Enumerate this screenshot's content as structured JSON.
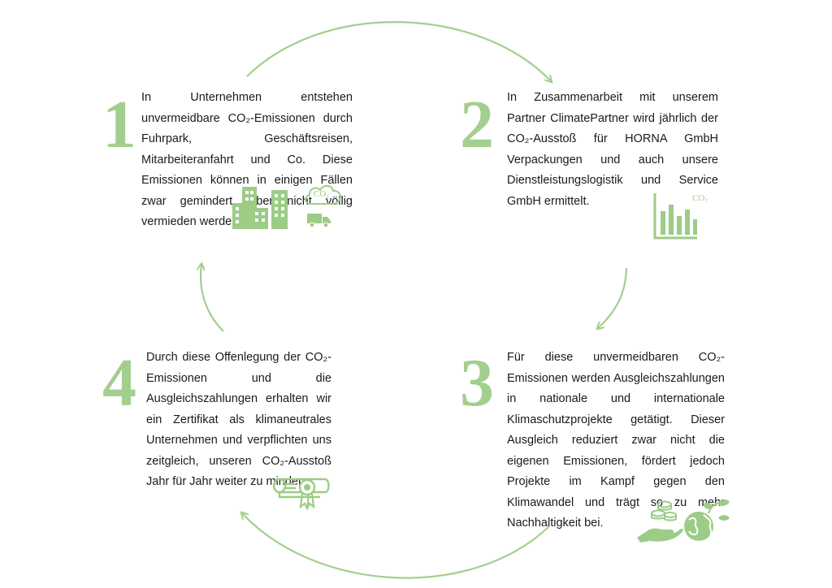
{
  "steps": [
    {
      "number": "1",
      "text": "In Unternehmen entstehen unvermeidbare CO₂-Emissionen durch Fuhrpark, Geschäftsreisen, Mitarbeiteranfahrt und Co. Diese Emissionen können in einigen Fällen zwar gemindert, aber nicht völlig vermieden werden.",
      "icons": [
        "buildings-icon",
        "cloud-co2-icon",
        "truck-icon"
      ],
      "icon_label": "CO₂"
    },
    {
      "number": "2",
      "text": "In Zusammenarbeit mit unserem Partner ClimatePartner wird jährlich der CO₂-Ausstoß für HORNA GmbH Verpackungen und auch unsere Dienstleistungslogistik und Service GmbH ermittelt.",
      "icons": [
        "bar-chart-co2-icon"
      ],
      "icon_label": "CO₂"
    },
    {
      "number": "3",
      "text": "Für diese unvermeidbaren CO₂-Emissionen werden Ausgleichszahlungen in nationale und internationale Klimaschutzprojekte getätigt. Dieser Ausgleich reduziert zwar nicht die eigenen Emissionen, fördert jedoch Projekte im Kampf gegen den Klimawandel und trägt so zu mehr Nachhaltigkeit bei.",
      "icons": [
        "hand-coins-icon",
        "globe-plant-icon"
      ]
    },
    {
      "number": "4",
      "text": "Durch diese Offenlegung der CO₂-Emissionen und die Ausgleichszahlungen erhalten wir ein Zertifikat als klimaneutrales Unternehmen und verpflichten uns zeitgleich, unseren CO₂-Ausstoß Jahr für Jahr weiter zu mindern.",
      "icons": [
        "certificate-icon"
      ]
    }
  ],
  "colors": {
    "accent": "#a3cf8e",
    "icon": "#9ccc86",
    "text": "#1a1a1a"
  }
}
